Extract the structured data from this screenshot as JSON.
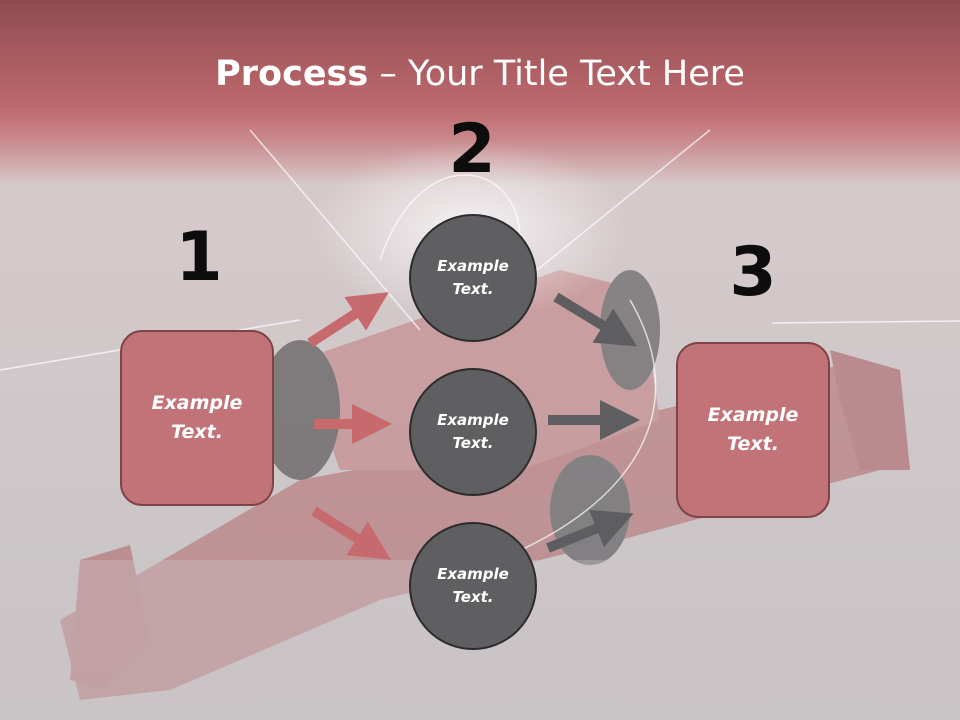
{
  "title": {
    "bold": "Process",
    "separator": " – ",
    "rest": "Your Title Text Here"
  },
  "numbers": {
    "one": "1",
    "two": "2",
    "three": "3"
  },
  "left_box": {
    "text": "Example Text."
  },
  "right_box": {
    "text": "Example Text."
  },
  "circles": [
    {
      "text": "Example Text."
    },
    {
      "text": "Example Text."
    },
    {
      "text": "Example Text."
    }
  ],
  "colors": {
    "header": "#bf6a6e",
    "box_fill": "#c27378",
    "circle_fill": "#5f5f61",
    "arrow_red": "#c66a6e",
    "arrow_gray": "#5e5e60"
  }
}
